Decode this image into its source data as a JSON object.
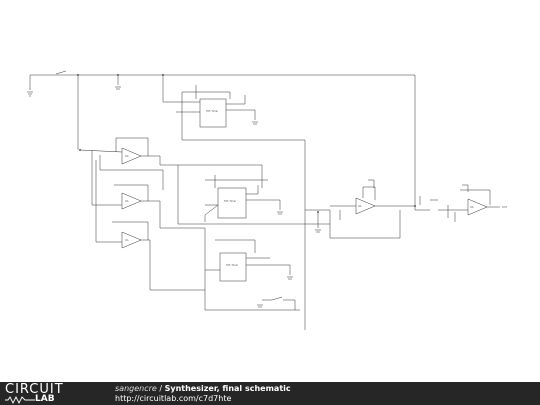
{
  "footer": {
    "logo_top": "CIRCUIT",
    "logo_bottom": "LAB",
    "author": "sangencre",
    "separator": " / ",
    "title": "Synthesizer, final schematic",
    "url": "http://circuitlab.com/c7d7hte"
  },
  "schematic": {
    "timer_label": "555 Timer",
    "opamp_label": "OA",
    "output_label": "OUT"
  }
}
